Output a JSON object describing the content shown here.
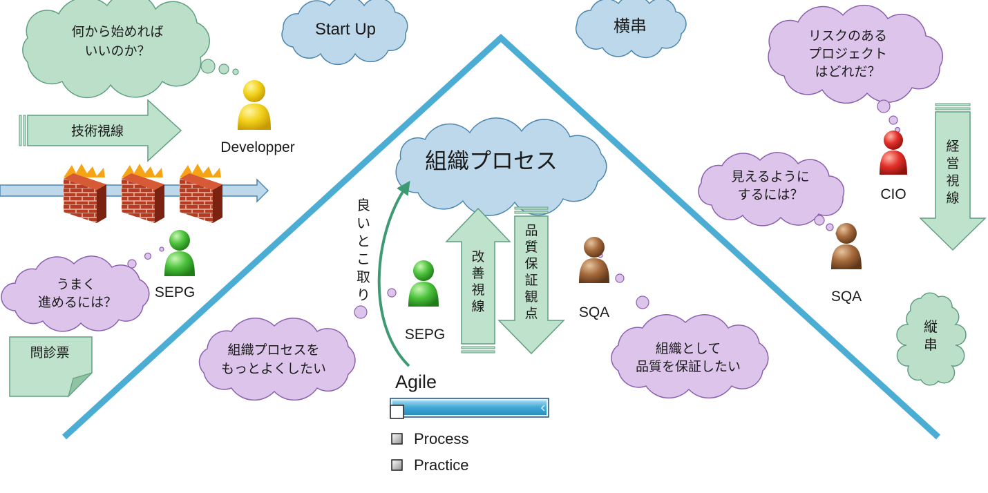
{
  "clouds": {
    "startup": "Start Up",
    "yokogushi": "横串",
    "dev_q": [
      "何から始めれば",
      "いいのか？"
    ],
    "cio_q": [
      "リスクのある",
      "プロジェクト",
      "はどれだ？"
    ],
    "sqa_right_q": [
      "見えるように",
      "するには？"
    ],
    "sepg_left_q": [
      "うまく",
      "進めるには？"
    ],
    "org_process": "組織プロセス",
    "sepg_center_q": [
      "組織プロセスを",
      "もっとよくしたい"
    ],
    "sqa_center_q": [
      "組織として",
      "品質を保証したい"
    ],
    "tategushi": [
      "縦",
      "串"
    ]
  },
  "arrows": {
    "tech_view": "技術視線",
    "mgmt_view": [
      "経",
      "営",
      "視",
      "線"
    ],
    "improve_view": [
      "改",
      "善",
      "視",
      "線"
    ],
    "qa_view": [
      "品",
      "質",
      "保",
      "証",
      "観",
      "点"
    ],
    "take_good": [
      "良",
      "い",
      "と",
      "こ",
      "取",
      "り"
    ]
  },
  "people": {
    "developer": "Developper",
    "sepg_left": "SEPG",
    "sepg_center": "SEPG",
    "sqa_center": "SQA",
    "sqa_right": "SQA",
    "cio": "CIO"
  },
  "note": {
    "label": "問診票"
  },
  "panel": {
    "title": "Agile",
    "options": [
      "Process",
      "Practice"
    ]
  },
  "colors": {
    "roof": "#4bacd4",
    "cloud_green": "#bcdfca",
    "cloud_blue": "#bcd8ea",
    "cloud_purple": "#dcc4ea",
    "arrow_green": "#bfe2cc",
    "person_yellow": "#f2d21b",
    "person_green": "#4cc23c",
    "person_brown": "#a56a3c",
    "person_red": "#e2302a"
  }
}
